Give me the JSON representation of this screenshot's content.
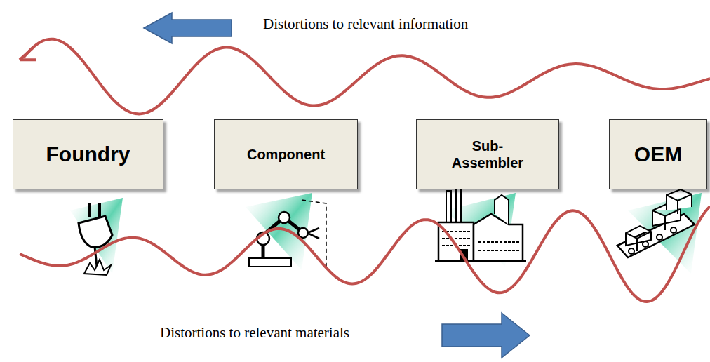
{
  "diagram": {
    "nodes": [
      {
        "text": [
          "Foundry"
        ]
      },
      {
        "text": [
          "Component"
        ]
      },
      {
        "text": [
          "Sub- Assembler"
        ]
      },
      {
        "text": [
          "OEM"
        ]
      }
    ],
    "labels": [
      "Distortions to relevant information",
      "Distortions to relevant materials"
    ]
  }
}
